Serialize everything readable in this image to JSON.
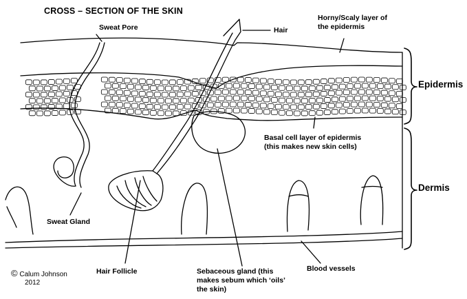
{
  "title": "CROSS – SECTION OF THE SKIN",
  "labels": {
    "sweat_pore": "Sweat Pore",
    "hair": "Hair",
    "horny_layer_1": "Horny/Scaly layer of",
    "horny_layer_2": "the epidermis",
    "epidermis": "Epidermis",
    "basal_1": "Basal cell layer of epidermis",
    "basal_2": "(this makes new skin cells)",
    "dermis": "Dermis",
    "sweat_gland": "Sweat Gland",
    "hair_follicle": "Hair Follicle",
    "sebaceous_1": "Sebaceous gland (this",
    "sebaceous_2": "makes sebum which ‘oils’",
    "sebaceous_3": "the skin)",
    "blood_vessels": "Blood vessels"
  },
  "credit": {
    "symbol": "©",
    "name": "Calum Johnson",
    "year": "2012"
  }
}
